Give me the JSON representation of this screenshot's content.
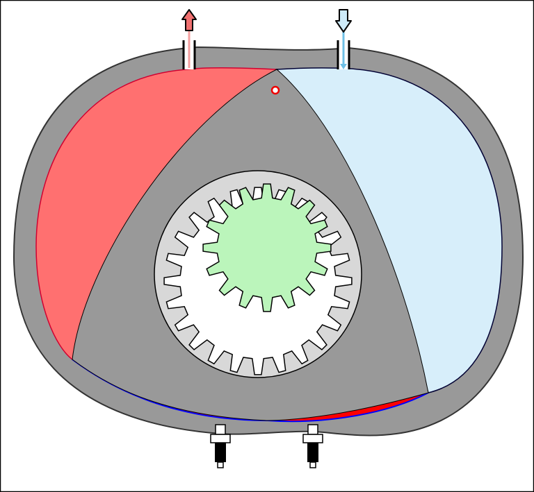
{
  "diagram": {
    "kind": "wankel rotary engine cross-section",
    "labels": [],
    "colors": {
      "background": "#ffffff",
      "frame": "#000000",
      "housing": "#999999",
      "housing_outline": "#333333",
      "rotor": "#999999",
      "exhaust_chamber": "#ff7070",
      "exhaust_flank_line": "#d00030",
      "intake_chamber": "#d7eefa",
      "intake_flank_line": "#000033",
      "combustion_chamber": "#ff0000",
      "combustion_flank_line": "#0000ff",
      "ring_gear_bore": "#d8d8d8",
      "eccentric_gear": "#bbf5bb",
      "exhaust_arrow": "#f07070",
      "exhaust_arrow_shaft": "#f4a0a0",
      "intake_arrow": "#cdeaf8",
      "intake_arrow_shaft": "#6fc0e6",
      "apex_marker": "#ee0000",
      "spark_plug_body": "#000000",
      "spark_plug_tip": "#ffffff"
    },
    "parts": [
      {
        "name": "housing",
        "icon": "housing-outline"
      },
      {
        "name": "exhaust-port",
        "icon": "arrow-up-icon"
      },
      {
        "name": "intake-port",
        "icon": "arrow-down-icon"
      },
      {
        "name": "rotor",
        "icon": "rounded-triangle"
      },
      {
        "name": "internal-ring-gear",
        "teeth": 24
      },
      {
        "name": "eccentric-shaft-gear",
        "teeth": 16
      },
      {
        "name": "spark-plug-leading",
        "icon": "spark-plug-icon"
      },
      {
        "name": "spark-plug-trailing",
        "icon": "spark-plug-icon"
      }
    ]
  }
}
